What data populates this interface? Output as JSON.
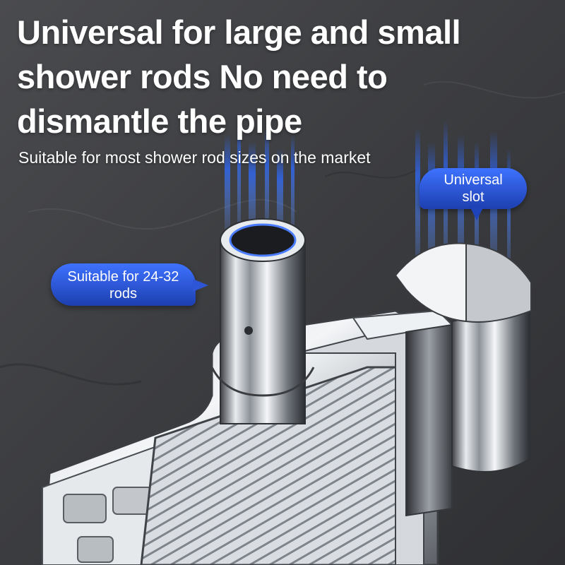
{
  "headline": {
    "lines": [
      "Universal for large and small",
      "shower rods No need to",
      "dismantle the pipe"
    ]
  },
  "subheadline": "Suitable for most shower rod sizes on the market",
  "callouts": {
    "rod_size": {
      "lines": [
        "Suitable for 24-32",
        "rods"
      ]
    },
    "slot": {
      "lines": [
        "Universal",
        "slot"
      ]
    }
  },
  "colors": {
    "background": "#3a3b3d",
    "callout_blue": "#2d55d6",
    "glow_blue": "#2f6bff",
    "text": "#ffffff"
  }
}
